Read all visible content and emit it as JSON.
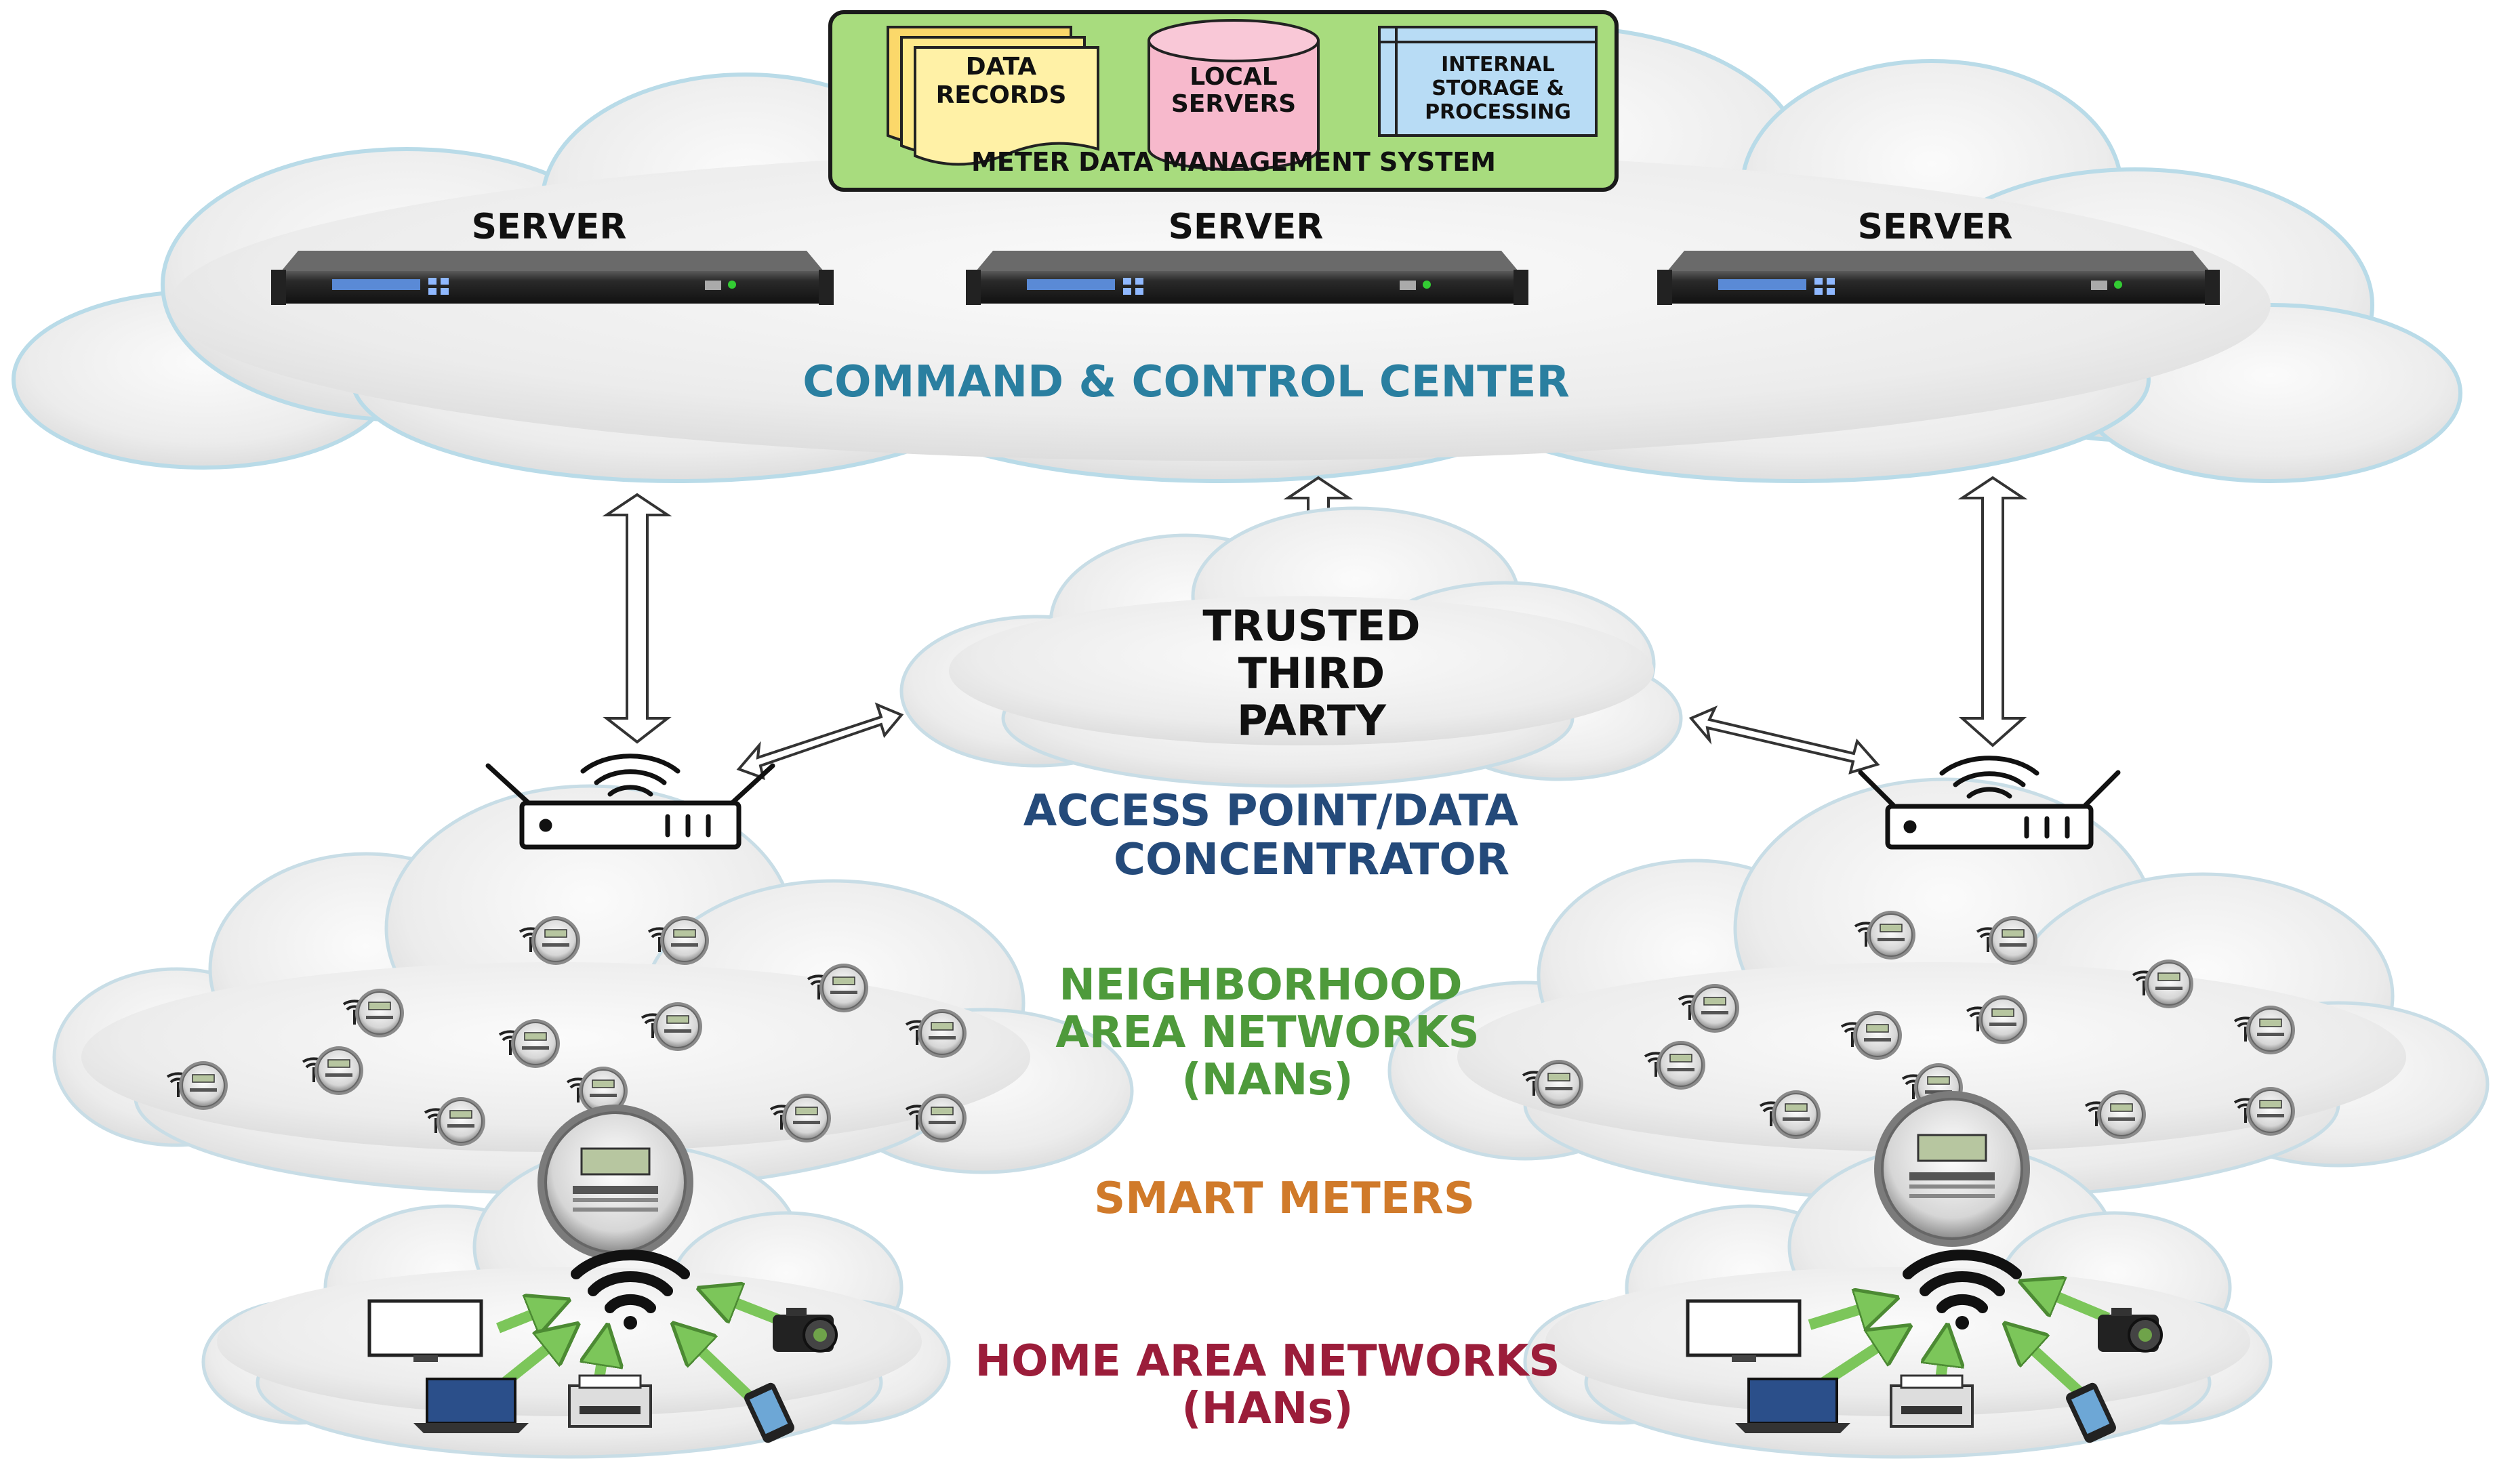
{
  "mdms": {
    "title": "METER DATA MANAGEMENT SYSTEM",
    "data_records": [
      "DATA",
      "RECORDS"
    ],
    "local_servers": [
      "LOCAL",
      "SERVERS"
    ],
    "internal_storage": [
      "INTERNAL",
      "STORAGE &",
      "PROCESSING"
    ]
  },
  "servers": {
    "label": "SERVER"
  },
  "command_center": {
    "label": "COMMAND & CONTROL CENTER"
  },
  "trusted_third_party": {
    "lines": [
      "TRUSTED",
      "THIRD",
      "PARTY"
    ]
  },
  "access_point": {
    "lines": [
      "ACCESS POINT/DATA",
      "CONCENTRATOR"
    ]
  },
  "nan": {
    "lines": [
      "NEIGHBORHOOD",
      "AREA NETWORKS",
      "(NANs)"
    ]
  },
  "smart_meters": {
    "label": "SMART METERS"
  },
  "han": {
    "lines": [
      "HOME AREA NETWORKS",
      "(HANs)"
    ]
  },
  "colors": {
    "command_center": "#2a7fa0",
    "access_point": "#244a7a",
    "nan": "#4e9a3b",
    "smart_meters": "#d07a2a",
    "han": "#9b1d3a",
    "mdms_bg": "#a8dc7e",
    "data_records": "#fde98a",
    "local_servers": "#f7b9cc",
    "internal_storage": "#b8dcf5"
  }
}
